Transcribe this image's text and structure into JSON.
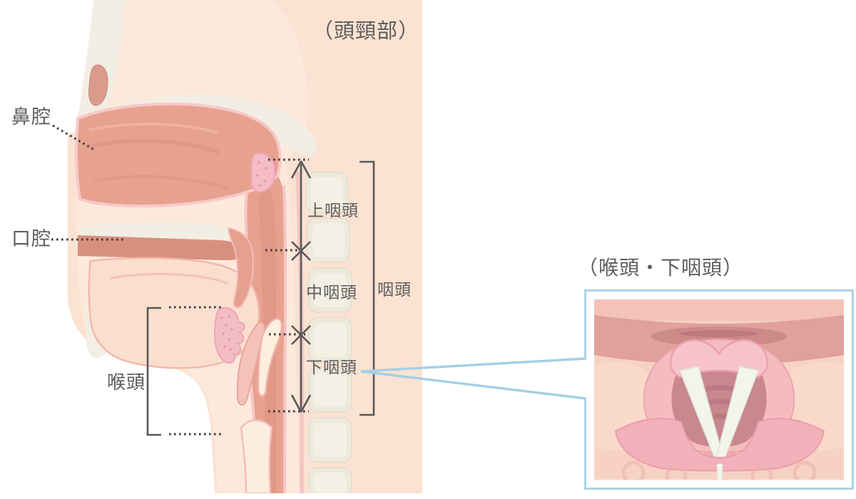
{
  "title": "（頭頸部）",
  "inset": {
    "title": "（喉頭・下咽頭）"
  },
  "labels": {
    "nasal_cavity": "鼻腔",
    "oral_cavity": "口腔",
    "larynx": "喉頭",
    "nasopharynx": "上咽頭",
    "oropharynx": "中咽頭",
    "hypopharynx": "下咽頭",
    "pharynx": "咽頭"
  },
  "colors": {
    "text_gray": "#5d5d5d",
    "line_gray": "#58585a",
    "leader_dot": "#3c3c3c",
    "callout_blue": "#a5cfe5",
    "inset_border_blue": "#abd4e7",
    "background_peach": "#fbe2d2",
    "skin": "#fde9db",
    "bone_cream": "#f2eee3",
    "mucosa_salmon": "#e7a28f",
    "deep_salmon": "#d8907e",
    "sinus_pink": "#dc9a8d",
    "mucosa_edge_pink": "#f7c9c9",
    "adenoid_pink": "#f4bcc4",
    "vertebra_cream": "#edeadc",
    "inset_bg_pink": "#f7d2c3",
    "inset_dark_band": "#e0a09c",
    "inset_fold_pink": "#f4bcc0",
    "inset_cavity_dark": "#c98790",
    "vocal_cord_white": "#f3f5eb"
  }
}
